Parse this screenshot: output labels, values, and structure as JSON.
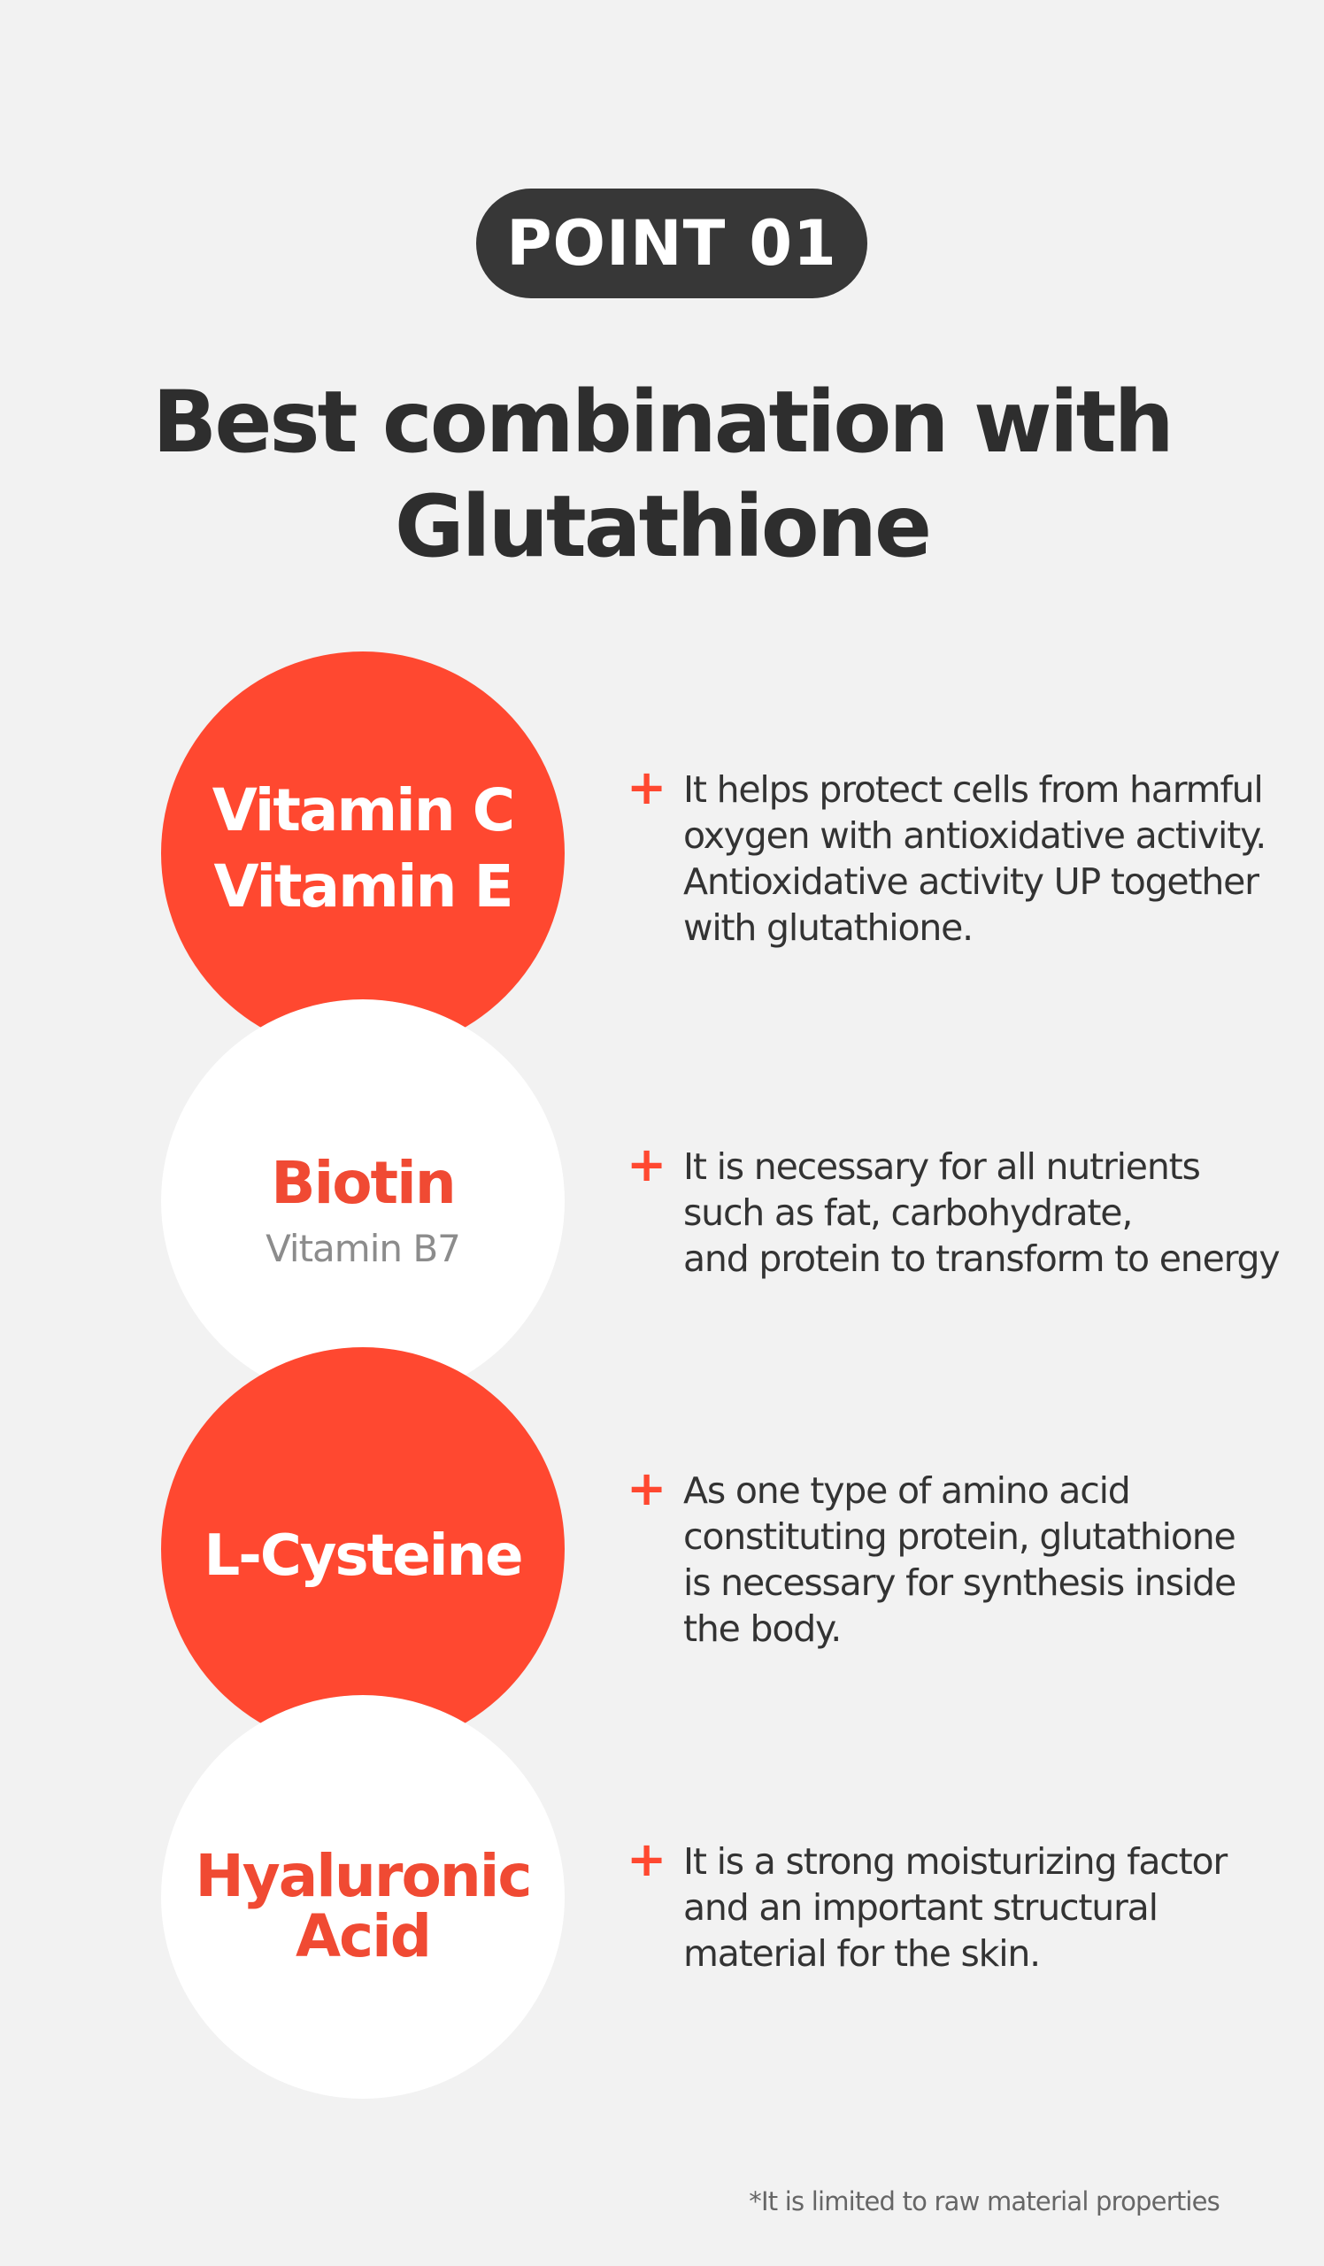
{
  "badge": {
    "label": "POINT",
    "number": "01"
  },
  "headline": {
    "line1": "Best combination with",
    "line2": "Glutathione"
  },
  "items": [
    {
      "name_line1": "Vitamin C",
      "name_line2": "Vitamin E",
      "description": "It helps protect cells from harmful\noxygen with antioxidative activity.\nAntioxidative activity UP together\nwith glutathione."
    },
    {
      "name_line1": "Biotin",
      "subtitle": "Vitamin B7",
      "description": "It is necessary for all nutrients\nsuch as fat, carbohydrate,\nand protein to transform to energy"
    },
    {
      "name_line1": "L-Cysteine",
      "description": "As one type of amino acid\nconstituting protein, glutathione\nis necessary for synthesis inside\nthe body."
    },
    {
      "name_line1": "Hyaluronic",
      "name_line2": "Acid",
      "description": "It is a strong moisturizing factor\nand an important structural\nmaterial for the skin."
    }
  ],
  "footnote": "*It is limited to raw material properties",
  "colors": {
    "accent": "#ff4830",
    "overlap_dark": "#dc2000",
    "overlap_light": "#fde5e1",
    "badge_bg": "#373737"
  }
}
